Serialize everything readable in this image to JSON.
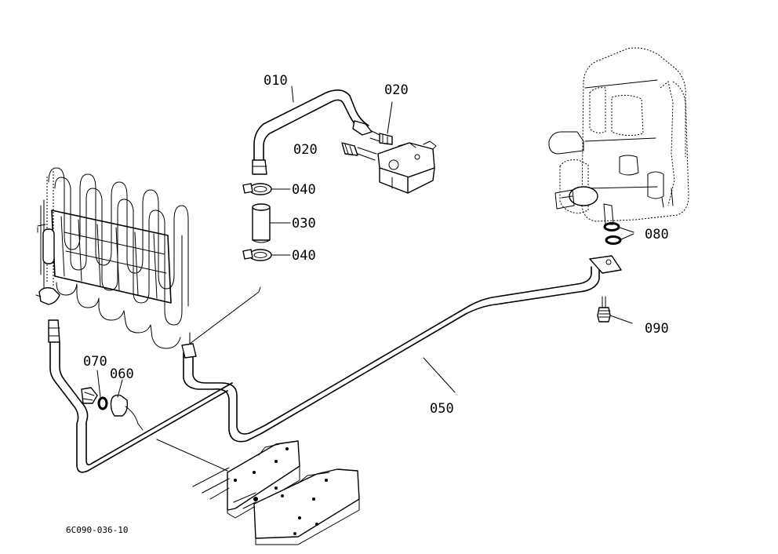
{
  "diagram": {
    "callouts": [
      {
        "id": "p010",
        "text": "010"
      },
      {
        "id": "p020a",
        "text": "020"
      },
      {
        "id": "p020b",
        "text": "020"
      },
      {
        "id": "p040a",
        "text": "040"
      },
      {
        "id": "p030",
        "text": "030"
      },
      {
        "id": "p040b",
        "text": "040"
      },
      {
        "id": "p080",
        "text": "080"
      },
      {
        "id": "p090",
        "text": "090"
      },
      {
        "id": "p070",
        "text": "070"
      },
      {
        "id": "p060",
        "text": "060"
      },
      {
        "id": "p050",
        "text": "050"
      }
    ],
    "drawing_code": "6C090-036-10"
  }
}
